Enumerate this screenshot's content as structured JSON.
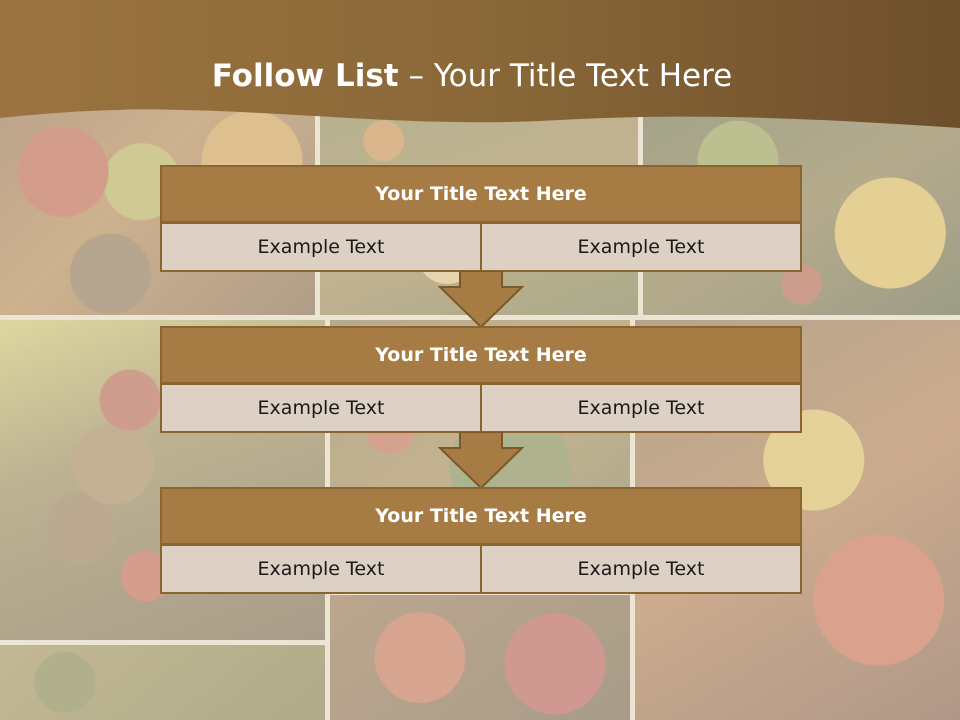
{
  "slide": {
    "title_bold": "Follow List",
    "title_rest": " – Your Title Text Here"
  },
  "steps": [
    {
      "title": "Your Title Text Here",
      "left": "Example Text",
      "right": "Example Text"
    },
    {
      "title": "Your Title Text Here",
      "left": "Example Text",
      "right": "Example Text"
    },
    {
      "title": "Your Title Text Here",
      "left": "Example Text",
      "right": "Example Text"
    }
  ],
  "colors": {
    "banner": "#7d5c34",
    "box_header": "#a67c44",
    "box_cell": "#dcd1c4",
    "border": "#8b6530",
    "arrow": "#a67c44"
  }
}
